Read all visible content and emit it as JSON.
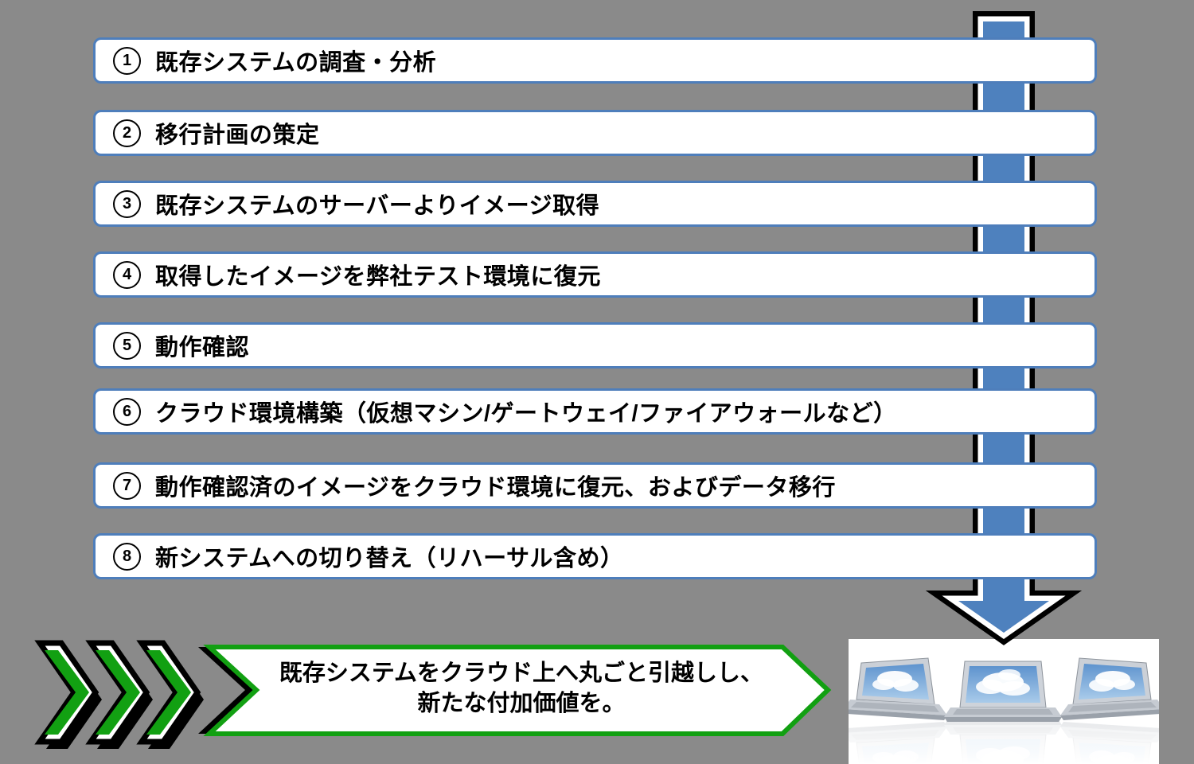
{
  "diagram_title": "cloud-migration-process-flow",
  "colors": {
    "background": "#8A8A8A",
    "box_fill": "#FFFFFF",
    "box_border_blue": "#4E7EBB",
    "arrow_blue": "#4E81BE",
    "chevron_green": "#12A012",
    "banner_border_green": "#12A012",
    "outline_black": "#000000"
  },
  "steps": [
    {
      "number": "1",
      "label": "既存システムの調査・分析"
    },
    {
      "number": "2",
      "label": "移行計画の策定"
    },
    {
      "number": "3",
      "label": "既存システムのサーバーよりイメージ取得"
    },
    {
      "number": "4",
      "label": "取得したイメージを弊社テスト環境に復元"
    },
    {
      "number": "5",
      "label": "動作確認"
    },
    {
      "number": "6",
      "label": "クラウド環境構築（仮想マシン/ゲートウェイ/ファイアウォールなど）"
    },
    {
      "number": "7",
      "label": "動作確認済のイメージをクラウド環境に復元、およびデータ移行"
    },
    {
      "number": "8",
      "label": "新システムへの切り替え（リハーサル含め）"
    }
  ],
  "banner": {
    "line1": "既存システムをクラウド上へ丸ごと引越しし、",
    "line2": "新たな付加価値を。"
  },
  "icons": {
    "down_arrow": "large blue flow arrow pointing down behind the step boxes",
    "triple_chevron": "three green right-pointing chevrons",
    "laptops_photo": "three laptops with cloud-sky screens and reflections"
  }
}
